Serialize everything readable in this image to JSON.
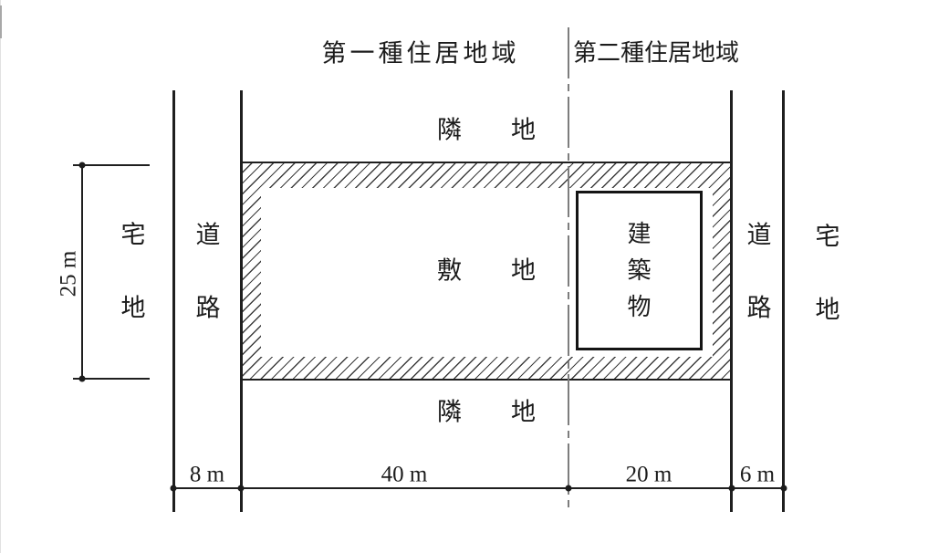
{
  "zones": {
    "zone1": "第一種住居地域",
    "zone2": "第二種住居地域"
  },
  "labels": {
    "adjacent_top": "隣　　地",
    "adjacent_bottom": "隣　　地",
    "site": "敷　　地"
  },
  "building": {
    "chars": [
      "建",
      "築",
      "物"
    ]
  },
  "sides": {
    "left_residential": [
      "宅",
      "地"
    ],
    "left_road": [
      "道",
      "路"
    ],
    "right_road": [
      "道",
      "路"
    ],
    "right_residential": [
      "宅",
      "地"
    ]
  },
  "dimensions": {
    "left_height": "25 m",
    "road_left_width": "8 m",
    "site_left_width": "40 m",
    "site_right_width": "20 m",
    "road_right_width": "6 m"
  },
  "colors": {
    "ink": "#1f1f1f",
    "hatch": "#3d3d3d",
    "boundary_line": "#7d7d7d",
    "background": "#ffffff"
  }
}
